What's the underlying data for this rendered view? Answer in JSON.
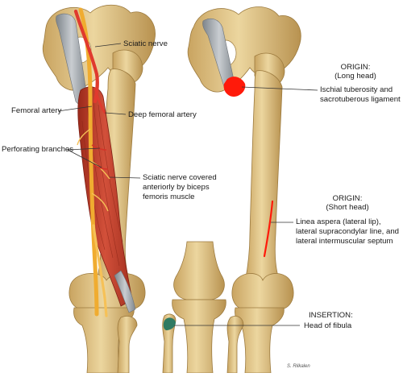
{
  "labels": {
    "sciatic_nerve": "Sciatic nerve",
    "femoral_artery": "Femoral artery",
    "deep_femoral_artery": "Deep femoral artery",
    "perforating_branches": "Perforating branches",
    "sciatic_covered_1": "Sciatic nerve covered",
    "sciatic_covered_2": "anteriorly by biceps",
    "sciatic_covered_3": "femoris muscle",
    "origin_long_1": "ORIGIN:",
    "origin_long_2": "(Long head)",
    "ischial_1": "Ischial tuberosity and",
    "ischial_2": "sacrotuberous ligament",
    "origin_short_1": "ORIGIN:",
    "origin_short_2": "(Short head)",
    "linea_1": "Linea aspera (lateral lip),",
    "linea_2": "lateral supracondylar line, and",
    "linea_3": "lateral intermuscular septum",
    "insertion": "INSERTION:",
    "head_fibula": "Head of fibula",
    "signature": "S. Rilkalen"
  },
  "colors": {
    "bone": "#e2c78c",
    "bone_shade": "#b58f4b",
    "muscle": "#c9402c",
    "muscle_dark": "#8f2418",
    "nerve": "#f2b23a",
    "artery": "#e03a2e",
    "origin_mark": "#ff1a0a",
    "insertion_mark": "#2f7a62",
    "ligament": "#a7adb2",
    "leader": "#333333"
  }
}
